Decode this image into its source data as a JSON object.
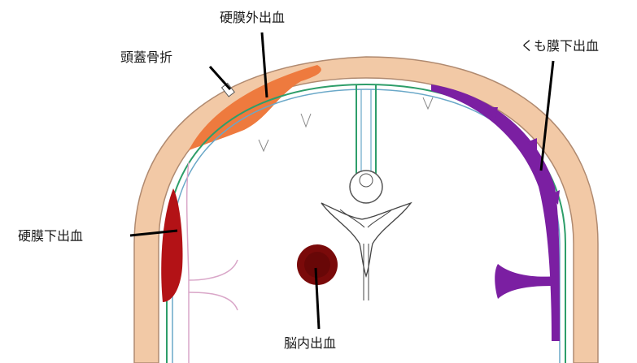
{
  "labels": {
    "epidural": "硬膜外出血",
    "skull_fracture": "頭蓋骨折",
    "subarachnoid": "くも膜下出血",
    "subdural": "硬膜下出血",
    "intracerebral": "脳内出血"
  },
  "colors": {
    "skull": "#f2c9a6",
    "skull_outline": "#b08a70",
    "epidural": "#ee7a3e",
    "subdural": "#b31216",
    "intracerebral": "#7a0a0a",
    "subarachnoid": "#7b1fa2",
    "dura_green": "#2e9e6a",
    "brain_line": "#444444",
    "pia_pink": "#d9a6c8",
    "leader_line": "#000000",
    "background": "#ffffff"
  }
}
